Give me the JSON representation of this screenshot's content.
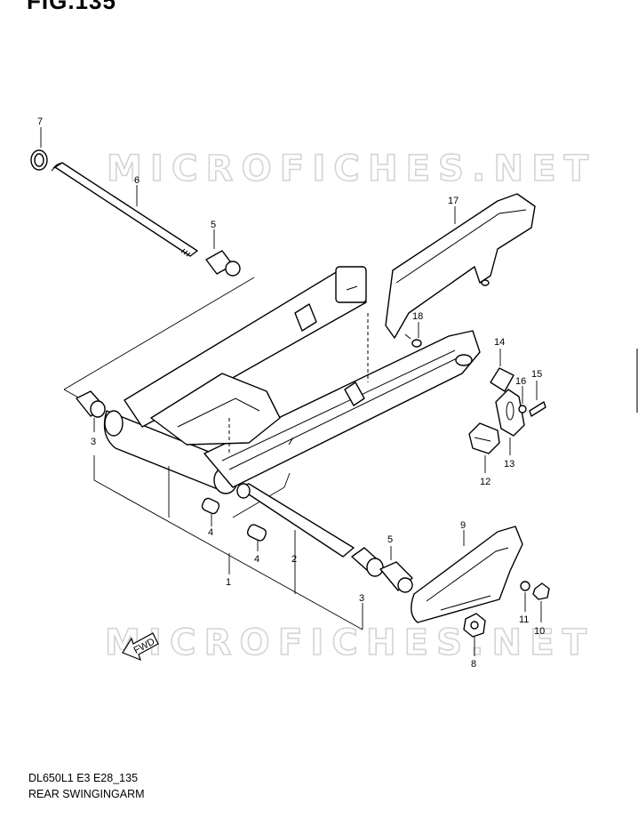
{
  "figure": {
    "title": "FIG.135",
    "model_code": "DL650L1 E3 E28_135",
    "name": "REAR SWINGINGARM",
    "watermark": "MICROFICHES.NET"
  },
  "callouts": {
    "n1": "1",
    "n2": "2",
    "n3a": "3",
    "n3b": "3",
    "n4a": "4",
    "n4b": "4",
    "n5a": "5",
    "n5b": "5",
    "n6": "6",
    "n7": "7",
    "n8": "8",
    "n9": "9",
    "n10": "10",
    "n11": "11",
    "n12": "12",
    "n13": "13",
    "n14": "14",
    "n15": "15",
    "n16": "16",
    "n17": "17",
    "n18": "18"
  },
  "fwd_arrow": {
    "label": "FWD"
  },
  "colors": {
    "line": "#000000",
    "watermark_outline": "#d4d4d4",
    "background": "#ffffff"
  }
}
